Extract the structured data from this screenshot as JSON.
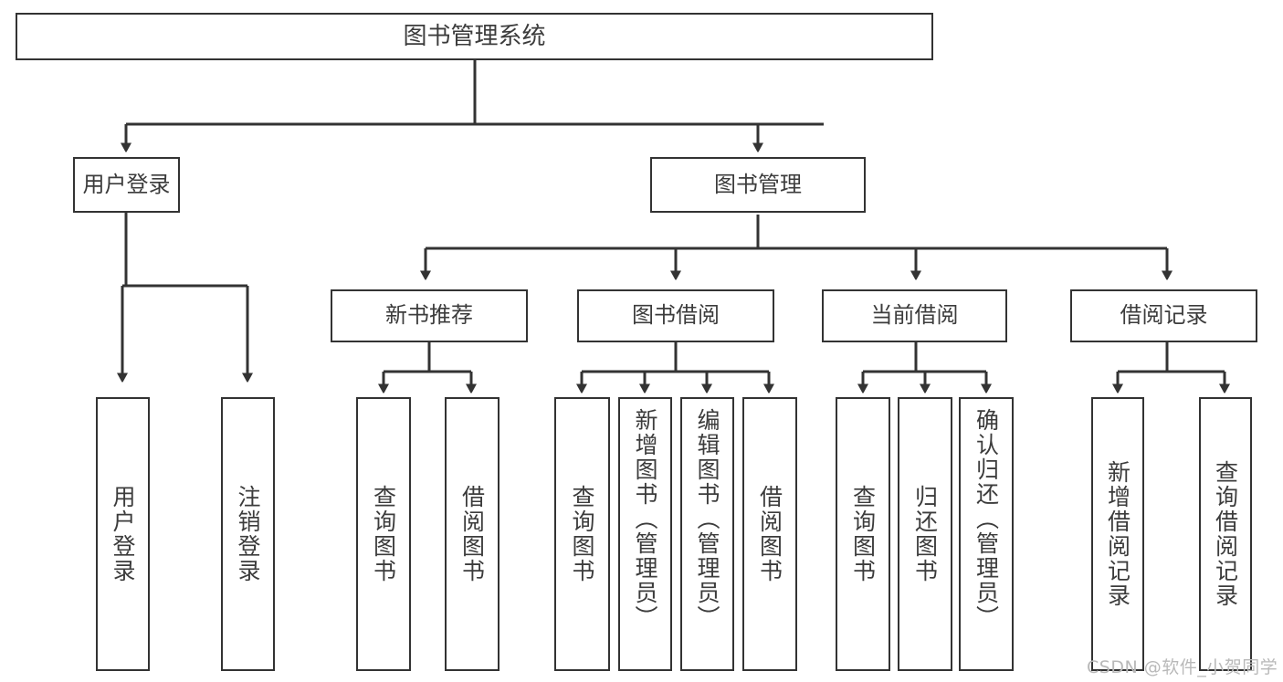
{
  "diagram": {
    "title": "图书管理系统",
    "type": "tree-hierarchy-chart",
    "watermark": "CSDN @软件_小贺同学",
    "colors": {
      "box_border": "#333333",
      "box_fill": "#ffffff",
      "connector": "#333333",
      "text": "#3c3c3c",
      "watermark": "#b9b9b9"
    },
    "nodes": {
      "root": {
        "label": "图书管理系统"
      },
      "level1": [
        {
          "id": "user-login",
          "label": "用户登录"
        },
        {
          "id": "book-management",
          "label": "图书管理"
        }
      ],
      "level2": [
        {
          "id": "new-book-recommend",
          "label": "新书推荐"
        },
        {
          "id": "book-borrow",
          "label": "图书借阅"
        },
        {
          "id": "current-borrow",
          "label": "当前借阅"
        },
        {
          "id": "borrow-record",
          "label": "借阅记录"
        }
      ],
      "leaves": {
        "user-login": [
          {
            "id": "leaf-user-login",
            "label": "用户登录"
          },
          {
            "id": "leaf-logout",
            "label": "注销登录"
          }
        ],
        "new-book-recommend": [
          {
            "id": "leaf-query-book-1",
            "label": "查询图书"
          },
          {
            "id": "leaf-borrow-book-1",
            "label": "借阅图书"
          }
        ],
        "book-borrow": [
          {
            "id": "leaf-query-book-2",
            "label": "查询图书"
          },
          {
            "id": "leaf-add-book",
            "label": "新增图书（管理员）"
          },
          {
            "id": "leaf-edit-book",
            "label": "编辑图书（管理员）"
          },
          {
            "id": "leaf-borrow-book-2",
            "label": "借阅图书"
          }
        ],
        "current-borrow": [
          {
            "id": "leaf-query-book-3",
            "label": "查询图书"
          },
          {
            "id": "leaf-return-book",
            "label": "归还图书"
          },
          {
            "id": "leaf-confirm-return",
            "label": "确认归还（管理员）"
          }
        ],
        "borrow-record": [
          {
            "id": "leaf-add-record",
            "label": "新增借阅记录"
          },
          {
            "id": "leaf-query-record",
            "label": "查询借阅记录"
          }
        ]
      }
    }
  }
}
